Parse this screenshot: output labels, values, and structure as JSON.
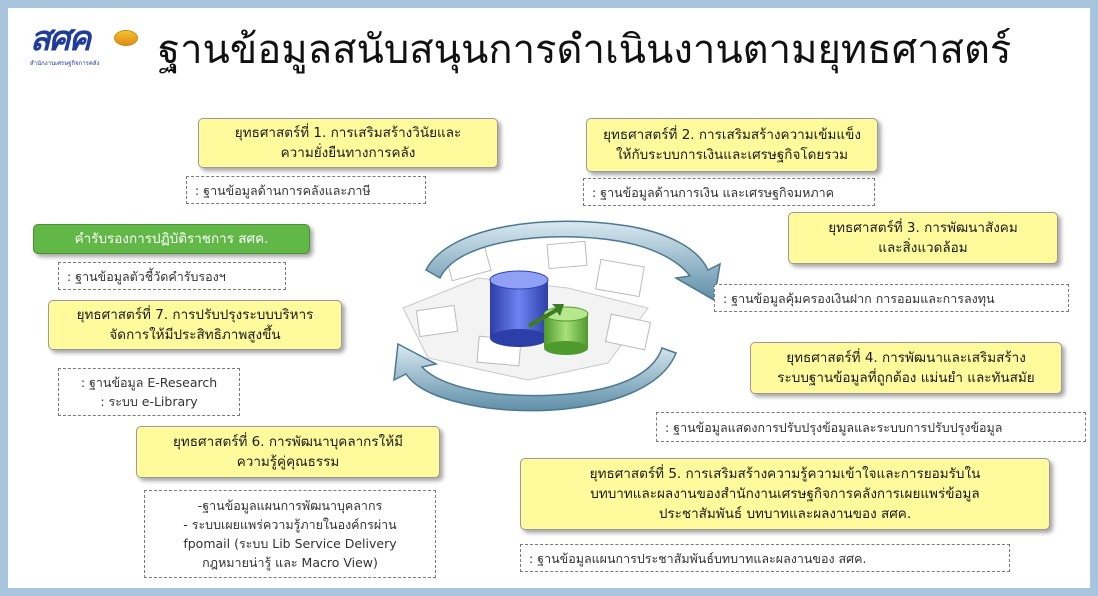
{
  "logo": {
    "text": "สศค",
    "subtitle": "สำนักงานเศรษฐกิจการคลัง"
  },
  "title": "ฐานข้อมูลสนับสนุนการดำเนินงานตามยุทธศาสตร์",
  "strategies": {
    "s1": {
      "line1": "ยุทธศาสตร์ที่ 1. การเสริมสร้างวินัยและ",
      "line2": "ความยั่งยืนทางการคลัง",
      "db": ": ฐานข้อมูลด้านการคลังและภาษี"
    },
    "s2": {
      "line1": "ยุทธศาสตร์ที่ 2. การเสริมสร้างความเข้มแข็ง",
      "line2": "ให้กับระบบการเงินและเศรษฐกิจโดยรวม",
      "db": ": ฐานข้อมูลด้านการเงิน และเศรษฐกิจมหภาค"
    },
    "s3": {
      "line1": "ยุทธศาสตร์ที่ 3. การพัฒนาสังคม",
      "line2": "และสิ่งแวดล้อม",
      "db": ": ฐานข้อมูลคุ้มครองเงินฝาก การออมและการลงทุน"
    },
    "s4": {
      "line1": "ยุทธศาสตร์ที่ 4. การพัฒนาและเสริมสร้าง",
      "line2": "ระบบฐานข้อมูลที่ถูกต้อง แม่นยำ และทันสมัย",
      "db": ": ฐานข้อมูลแสดงการปรับปรุงข้อมูลและระบบการปรับปรุงข้อมูล"
    },
    "s5": {
      "line1": "ยุทธศาสตร์ที่ 5. การเสริมสร้างความรู้ความเข้าใจและการยอมรับใน",
      "line2": "บทบาทและผลงานของสำนักงานเศรษฐกิจการคลังการเผยแพร่ข้อมูล",
      "line3": "ประชาสัมพันธ์ บทบาทและผลงานของ สศค.",
      "db": ": ฐานข้อมูลแผนการประชาสัมพันธ์บทบาทและผลงานของ สศค."
    },
    "s6": {
      "line1": "ยุทธศาสตร์ที่ 6. การพัฒนาบุคลากรให้มี",
      "line2": "ความรู้คู่คุณธรรม",
      "db1": "-ฐานข้อมูลแผนการพัฒนาบุคลากร",
      "db2": "- ระบบเผยแพร่ความรู้ภายในองค์กรผ่าน",
      "db3": "fpomail (ระบบ Lib Service Delivery",
      "db4": "กฎหมายน่ารู้ และ Macro View)"
    },
    "s7": {
      "line1": "ยุทธศาสตร์ที่ 7. การปรับปรุงระบบบริหาร",
      "line2": "จัดการให้มีประสิทธิภาพสูงขึ้น",
      "db1": ": ฐานข้อมูล E-Research",
      "db2": ": ระบบ e-Library"
    },
    "cert": {
      "label": "คำรับรองการปฏิบัติราชการ สศค.",
      "db": ": ฐานข้อมูลตัวชี้วัดคำรับรองฯ"
    }
  },
  "colors": {
    "yellow": "#fffb9c",
    "green": "#62b846",
    "arrow": "#5f8fa8",
    "db_blue": "#4a5fcf",
    "db_green": "#7cc44b"
  },
  "icons": [
    "cycle-arrow-icon",
    "database-icon"
  ]
}
